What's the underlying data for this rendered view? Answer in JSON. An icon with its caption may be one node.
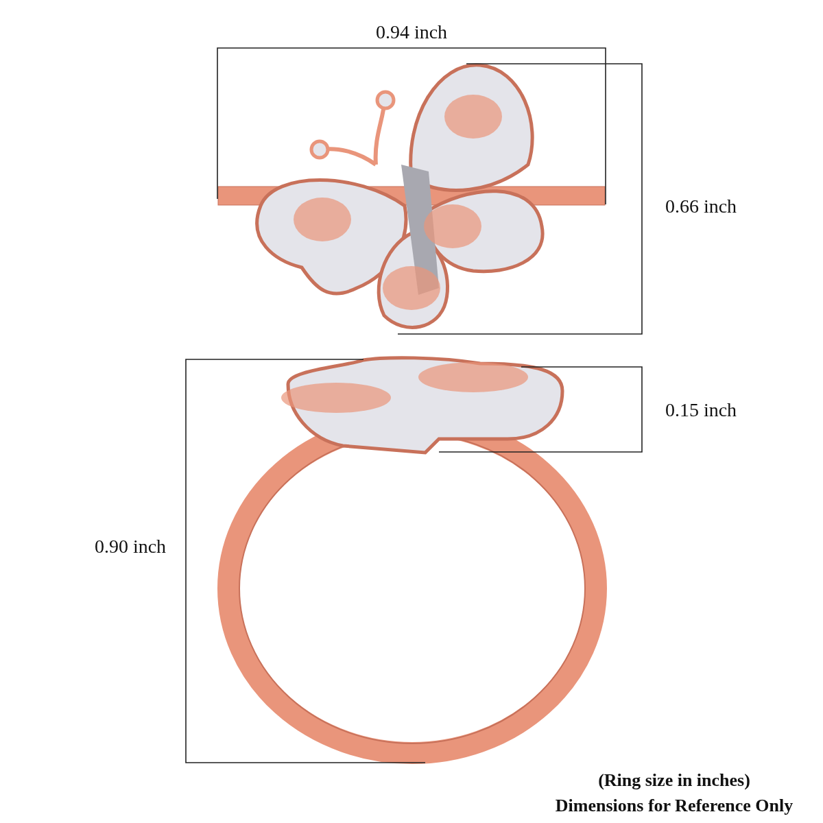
{
  "diagram": {
    "labels": [
      "0.94 inch",
      "0.66 inch",
      "0.15 inch",
      "0.90 inch",
      "(Ring size in inches)",
      "Dimensions for Reference Only"
    ]
  }
}
